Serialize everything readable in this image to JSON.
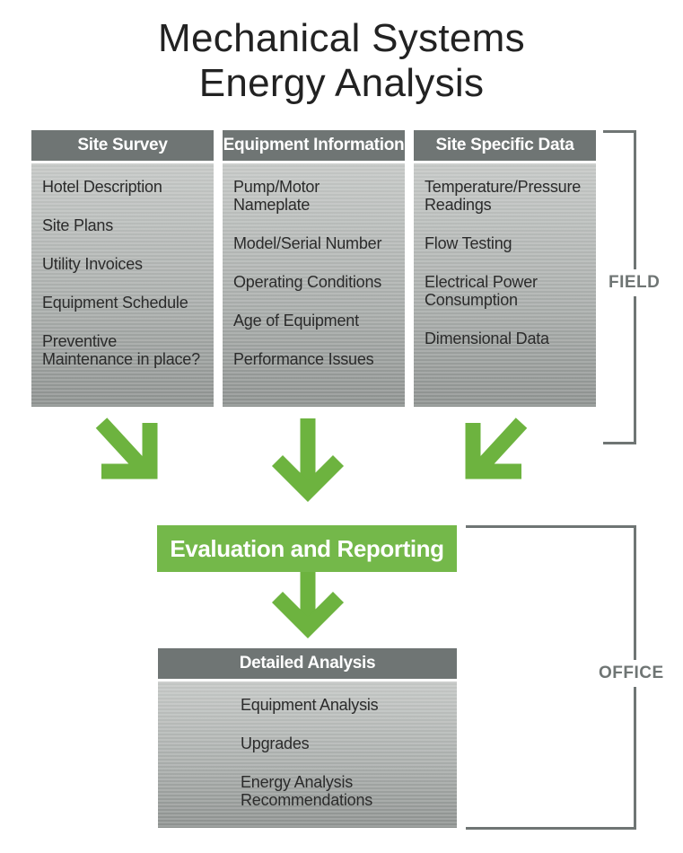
{
  "title": {
    "line1": "Mechanical Systems",
    "line2": "Energy Analysis"
  },
  "columns": [
    {
      "header": "Site Survey",
      "items": [
        "Hotel Description",
        "Site Plans",
        "Utility Invoices",
        "Equipment Schedule",
        "Preventive Maintenance in place?"
      ]
    },
    {
      "header": "Equipment Information",
      "items": [
        "Pump/Motor Nameplate",
        "Model/Serial Number",
        "Operating Conditions",
        "Age of Equipment",
        "Performance Issues"
      ]
    },
    {
      "header": "Site Specific Data",
      "items": [
        "Temperature/Pressure Readings",
        "Flow Testing",
        "Electrical Power Consumption",
        "Dimensional Data"
      ]
    }
  ],
  "evaluation": {
    "label": "Evaluation and Reporting"
  },
  "detailed": {
    "header": "Detailed Analysis",
    "items": [
      "Equipment Analysis",
      "Upgrades",
      "Energy Analysis Recommendations"
    ]
  },
  "brackets": {
    "field": "FIELD",
    "office": "OFFICE"
  },
  "colors": {
    "header_gray": "#6f7574",
    "accent_green": "#74b84a",
    "arrow_green": "#6db33f"
  }
}
